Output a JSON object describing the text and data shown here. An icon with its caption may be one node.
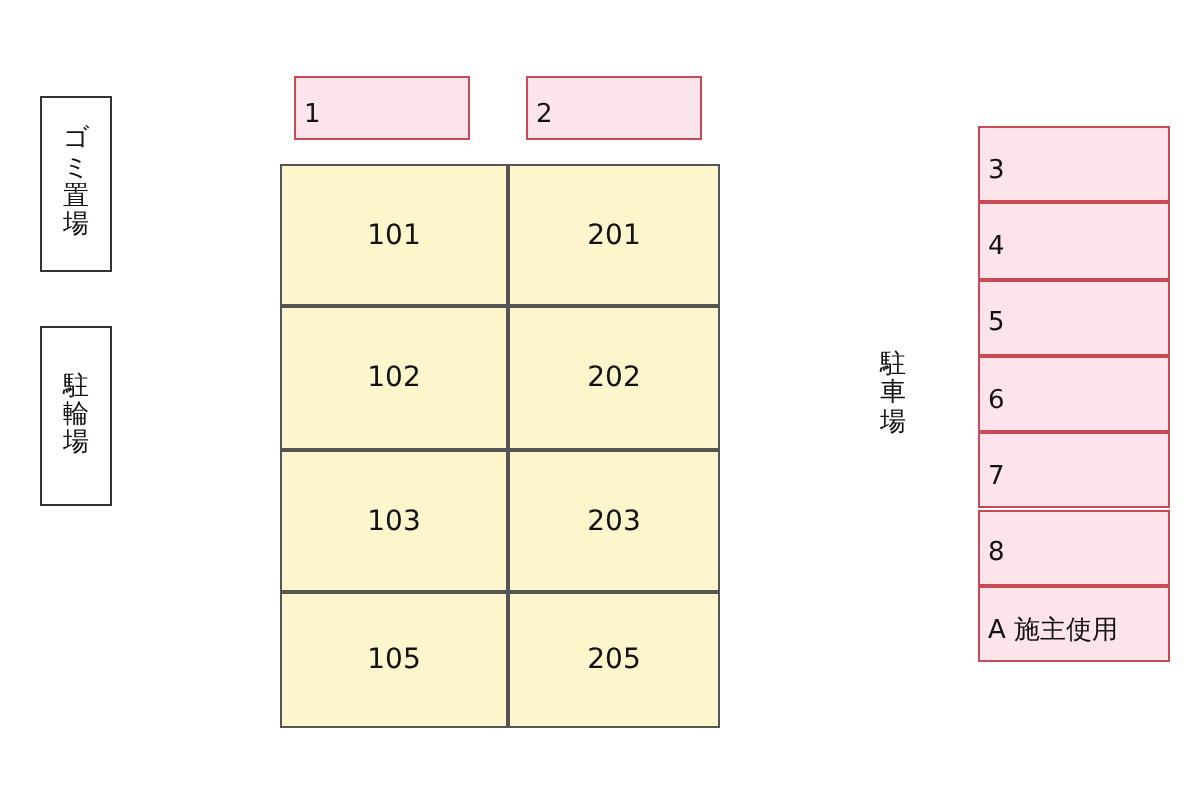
{
  "diagram": {
    "nodes": [
      {
        "text": [
          "ゴミ置場"
        ]
      },
      {
        "text": [
          "1"
        ]
      },
      {
        "text": [
          "2"
        ]
      },
      {
        "text": [
          "3"
        ]
      },
      {
        "text": [
          "4"
        ]
      },
      {
        "text": [
          "5"
        ]
      },
      {
        "text": [
          "6"
        ]
      },
      {
        "text": [
          "7"
        ]
      },
      {
        "text": [
          "8"
        ]
      },
      {
        "text": [
          "A 施主使用"
        ]
      },
      {
        "text": [
          "101"
        ]
      },
      {
        "text": [
          "201"
        ]
      },
      {
        "text": [
          "102"
        ]
      },
      {
        "text": [
          "202"
        ]
      },
      {
        "text": [
          "103"
        ]
      },
      {
        "text": [
          "203"
        ]
      },
      {
        "text": [
          "105"
        ]
      },
      {
        "text": [
          "205"
        ]
      },
      {
        "text": [
          "駐輪場"
        ]
      }
    ],
    "edges": [],
    "labels": [
      "駐車場"
    ]
  }
}
